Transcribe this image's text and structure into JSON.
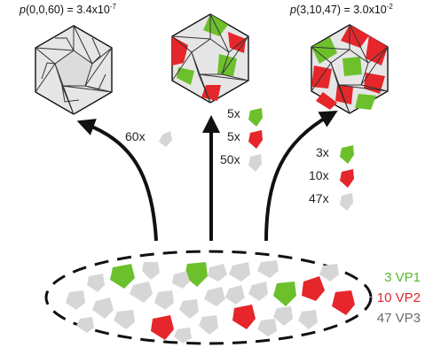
{
  "probabilities": {
    "left": {
      "func": "p",
      "args": "(0,0,60) = 3.4x10",
      "exp": "-7"
    },
    "right": {
      "func": "p",
      "args": "(3,10,47) = 3.0x10",
      "exp": "-2"
    }
  },
  "counts": {
    "left": [
      "60x"
    ],
    "middle": [
      "5x",
      "5x",
      "50x"
    ],
    "right": [
      "3x",
      "10x",
      "47x"
    ]
  },
  "legend": [
    {
      "text": "3 VP1",
      "color": "#5cb82e"
    },
    {
      "text": "10 VP2",
      "color": "#e0262b"
    },
    {
      "text": "47 VP3",
      "color": "#6b6b6b"
    }
  ],
  "colors": {
    "vp1": "#6cc02c",
    "vp2": "#e5262a",
    "vp3": "#d6d6d6"
  },
  "icons": [
    "icosahedron-capsid-icon",
    "pentagon-subunit-icon",
    "arrow-icon"
  ]
}
